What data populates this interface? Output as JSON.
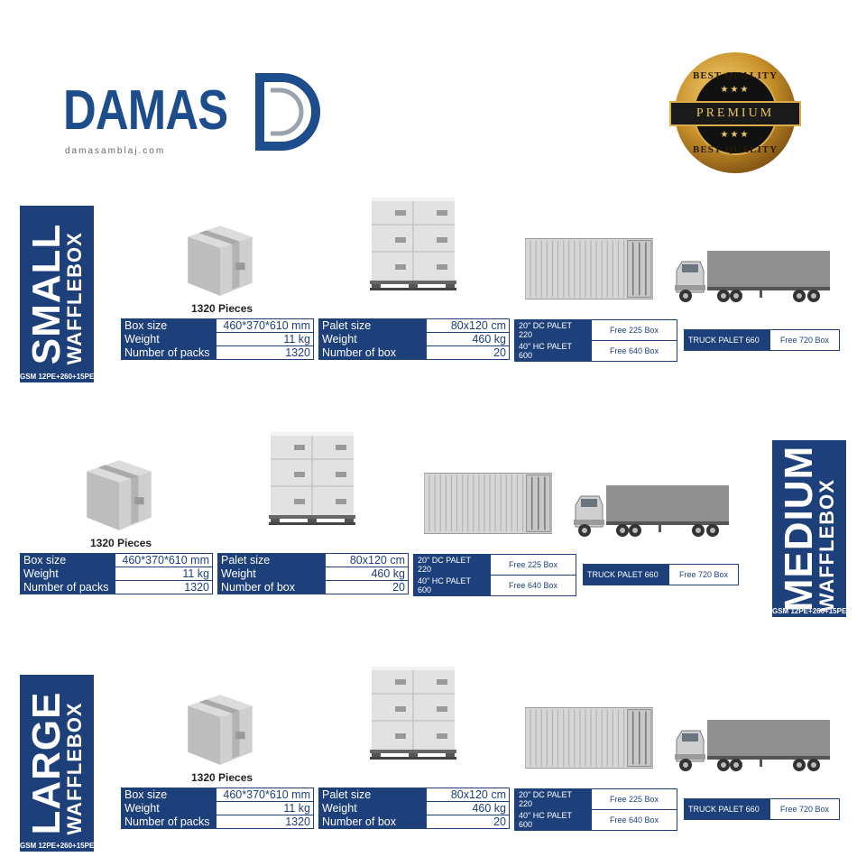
{
  "brand": {
    "name": "DAMAS",
    "url": "damasamblaj.com",
    "color": "#1d4d8c"
  },
  "badge": {
    "top_text": "BEST QUALITY",
    "center_text": "PREMIUM",
    "bottom_text": "BEST QUALITY",
    "stars": "★★★"
  },
  "accent_color": "#1d3f7a",
  "sections": [
    {
      "label_main": "SMALL",
      "label_sub": "WAFFLEBOX",
      "gsm": "GSM 12PE+260+15PE",
      "pieces": "1320 Pieces",
      "box_specs": [
        {
          "k": "Box size",
          "v": "460*370*610 mm"
        },
        {
          "k": "Weight",
          "v": "11 kg"
        },
        {
          "k": "Number of packs",
          "v": "1320"
        }
      ],
      "palet_specs": [
        {
          "k": "Palet size",
          "v": "80x120 cm"
        },
        {
          "k": "Weight",
          "v": "460 kg"
        },
        {
          "k": "Number of box",
          "v": "20"
        }
      ],
      "container_specs": [
        {
          "k": "20\" DC PALET 220",
          "v": "Free 225 Box"
        },
        {
          "k": "40\" HC PALET 600",
          "v": "Free 640 Box"
        }
      ],
      "truck_specs": [
        {
          "k": "TRUCK PALET 660",
          "v": "Free 720 Box"
        }
      ]
    },
    {
      "label_main": "MEDIUM",
      "label_sub": "WAFFLEBOX",
      "gsm": "GSM 12PE+260+15PE",
      "pieces": "1320 Pieces",
      "box_specs": [
        {
          "k": "Box size",
          "v": "460*370*610 mm"
        },
        {
          "k": "Weight",
          "v": "11 kg"
        },
        {
          "k": "Number of packs",
          "v": "1320"
        }
      ],
      "palet_specs": [
        {
          "k": "Palet size",
          "v": "80x120 cm"
        },
        {
          "k": "Weight",
          "v": "460 kg"
        },
        {
          "k": "Number of box",
          "v": "20"
        }
      ],
      "container_specs": [
        {
          "k": "20\" DC PALET 220",
          "v": "Free 225 Box"
        },
        {
          "k": "40\" HC PALET 600",
          "v": "Free 640 Box"
        }
      ],
      "truck_specs": [
        {
          "k": "TRUCK PALET 660",
          "v": "Free 720 Box"
        }
      ]
    },
    {
      "label_main": "LARGE",
      "label_sub": "WAFFLEBOX",
      "gsm": "GSM 12PE+260+15PE",
      "pieces": "1320 Pieces",
      "box_specs": [
        {
          "k": "Box size",
          "v": "460*370*610 mm"
        },
        {
          "k": "Weight",
          "v": "11 kg"
        },
        {
          "k": "Number of packs",
          "v": "1320"
        }
      ],
      "palet_specs": [
        {
          "k": "Palet size",
          "v": "80x120 cm"
        },
        {
          "k": "Weight",
          "v": "460 kg"
        },
        {
          "k": "Number of box",
          "v": "20"
        }
      ],
      "container_specs": [
        {
          "k": "20\" DC PALET 220",
          "v": "Free 225 Box"
        },
        {
          "k": "40\" HC PALET 600",
          "v": "Free 640 Box"
        }
      ],
      "truck_specs": [
        {
          "k": "TRUCK PALET 660",
          "v": "Free 720 Box"
        }
      ]
    }
  ]
}
